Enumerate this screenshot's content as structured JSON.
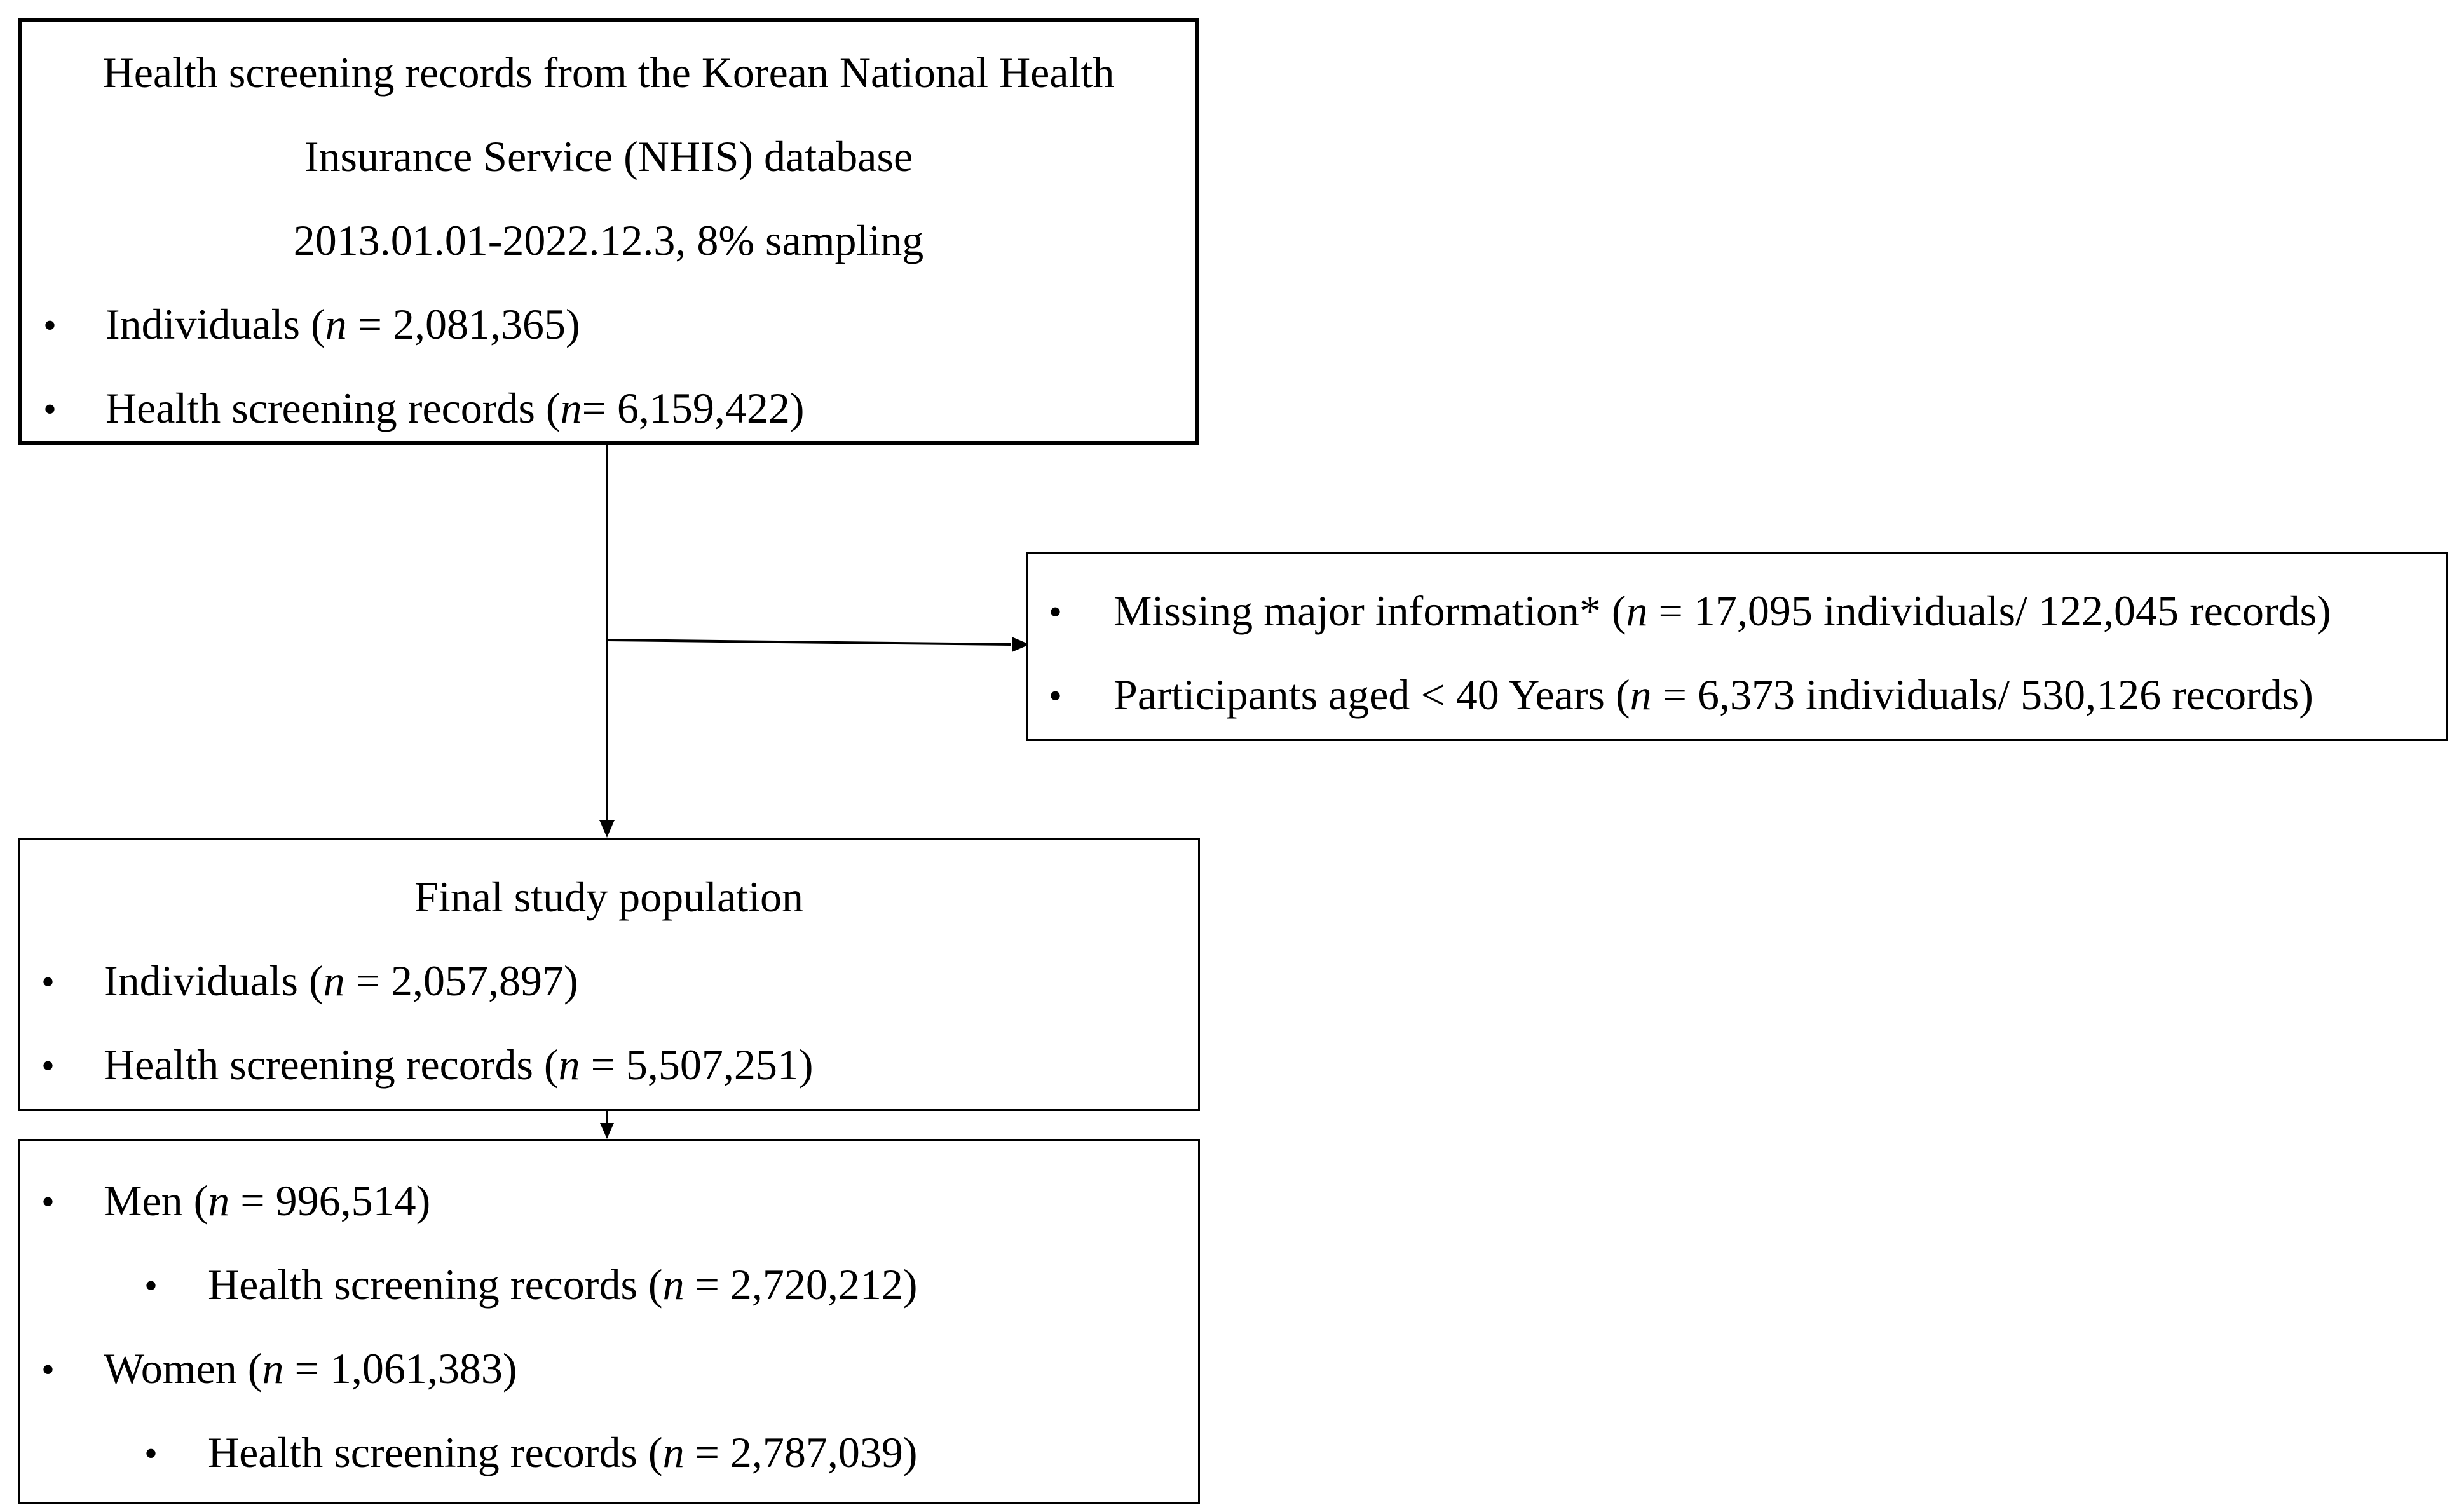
{
  "source_box": {
    "title_lines": [
      "Health screening records from the Korean National Health",
      "Insurance Service (NHIS) database",
      "2013.01.01-2022.12.3, 8% sampling"
    ],
    "bullets": [
      {
        "pre": "Individuals (",
        "n": "n",
        "post": " = 2,081,365)"
      },
      {
        "pre": "Health screening records (",
        "n": "n",
        "post": "= 6,159,422)"
      }
    ]
  },
  "exclusion_box": {
    "bullets": [
      {
        "pre": "Missing major information* (",
        "n": "n",
        "post": " = 17,095 individuals/ 122,045 records)"
      },
      {
        "pre": "Participants aged < 40 Years (",
        "n": "n",
        "post": " = 6,373 individuals/ 530,126 records)"
      }
    ]
  },
  "final_box": {
    "title": "Final study population",
    "bullets": [
      {
        "pre": "Individuals (",
        "n": "n",
        "post": " = 2,057,897)"
      },
      {
        "pre": "Health screening records (",
        "n": "n",
        "post": " = 5,507,251)"
      }
    ]
  },
  "sex_box": {
    "men": {
      "pre": "Men (",
      "n": "n",
      "post": " = 996,514)"
    },
    "men_records": {
      "pre": "Health screening records (",
      "n": "n",
      "post": " = 2,720,212)"
    },
    "women": {
      "pre": "Women (",
      "n": "n",
      "post": " = 1,061,383)"
    },
    "women_records": {
      "pre": "Health screening records (",
      "n": "n",
      "post": " = 2,787,039)"
    }
  },
  "bullet_char": "•",
  "colors": {
    "line": "#000000",
    "background": "#ffffff"
  }
}
